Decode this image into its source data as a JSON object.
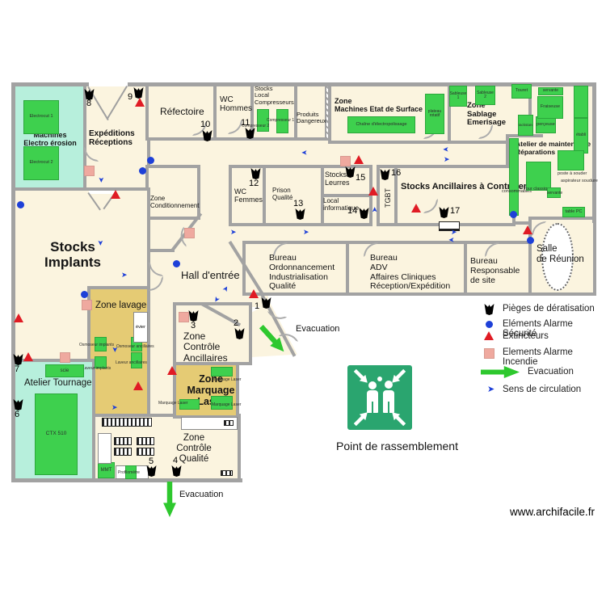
{
  "page": {
    "watermark": "www.archifacile.fr"
  },
  "colors": {
    "wall": "#A2A2A2",
    "floor": "#FBF4DF",
    "cyan_room": "#B7EFDC",
    "tan_room": "#E5CB74",
    "equipment_green": "#3ED04E",
    "alarm_blue": "#1E40D8",
    "extinguisher_red": "#E01B24",
    "fire_alarm_pink": "#EFA99F",
    "evacuation_green": "#2EC82E",
    "assembly_green": "#2AA56F"
  },
  "icons": {
    "circulation_glyph": "➤"
  },
  "rooms": {
    "machines_electro": "Machines\nElectro érosion",
    "expeditions": "Expéditions\nRéceptions",
    "refectoire": "Réfectoire",
    "wc_hommes": "WC\nHommes",
    "stocks_local_compresseurs": "Stocks\nLocal\nCompresseurs",
    "produits_dangereux": "Produits\nDangereux",
    "zone_machines_etat_surface": "Zone\nMachines Etat de Surface",
    "zone_sablage": "Zone\nSablage\nEmerisage",
    "atelier_maintenance": "Atelier de maintenance\nRéparations",
    "zone_conditionnement": "Zone\nConditionnement",
    "wc_femmes": "WC\nFemmes",
    "prison_qualite": "Prison\nQualité",
    "stocks_leurres": "Stocks\nLeurres",
    "local_informatique": "Local\ninformatique",
    "tgbt": "TGBT",
    "stocks_ancillaires": "Stocks Ancillaires à Contrôler",
    "stocks_implants": "Stocks\nImplants",
    "hall_entree": "Hall d'entrée",
    "bureau_ordonnancement": "Bureau\nOrdonnancement\nIndustrialisation\nQualité",
    "bureau_adv": "Bureau\nADV\nAffaires Cliniques\nRéception/Expédition",
    "bureau_responsable": "Bureau\nResponsable\nde site",
    "salle_reunion": "Salle\nde Réunion",
    "zone_lavage": "Zone lavage",
    "zone_controle_ancillaires": "Zone\nContrôle\nAncillaires",
    "zone_marquage_laser": "Zone\nMarquage\nLaser",
    "atelier_tournage": "Atelier Tournage",
    "zone_controle_qualite": "Zone\nContrôle\nQualité"
  },
  "equipment": {
    "electrocut1": "Electrocut 1",
    "electrocut2": "Electrocut 2",
    "compresseur1": "Compresseur 1",
    "compresseur2": "Compresseur 2",
    "chaine_electropolissage": "Chaîne d'électropolissage",
    "plateau_rotatif": "plateau rotatif",
    "sableuse1": "Sableuse 1",
    "sableuse2": "Sableuse 2",
    "touret": "Touret",
    "backstand": "Backstand",
    "perceuse": "perçeuse",
    "fraiseuse": "Fraiseuse",
    "servante_haut": "servante",
    "etabli": "établi",
    "poste_souder": "poste à souder",
    "aspirateur_soudure": "aspirateur soudure",
    "consommables": "consommables",
    "tour_classique": "Tour classique",
    "servante_bas": "servante",
    "table_pc": "table PC",
    "osmoseur_implants": "Osmoseur implants",
    "osmoseur_ancillaires": "Osmoseur ancillaires",
    "laveur_implants": "Laveur implants",
    "laveur_ancillaires": "Laveur ancillaires",
    "evier": "évier",
    "scie": "scie",
    "ctx510": "CTX 510",
    "marquage_laser": "Marquage Laser",
    "mmt": "MMT",
    "profilometre": "Profilomètre"
  },
  "markers": {
    "numbers": [
      "1",
      "2",
      "3",
      "4",
      "5",
      "6",
      "7",
      "8",
      "9",
      "10",
      "11",
      "12",
      "13",
      "14",
      "15",
      "16",
      "17"
    ]
  },
  "legend": {
    "items": [
      {
        "icon": "rat-trap",
        "label": "Pièges de dératisation"
      },
      {
        "icon": "security-alarm",
        "label": "Eléments Alarme Sécurité"
      },
      {
        "icon": "extinguisher",
        "label": "Extincteurs"
      },
      {
        "icon": "fire-alarm",
        "label": "Elements Alarme Incendie"
      },
      {
        "icon": "evacuation-arrow",
        "label": "Evacuation"
      },
      {
        "icon": "circulation-arrow",
        "label": "Sens de circulation"
      }
    ]
  },
  "evacuation": {
    "hall_label": "Evacuation",
    "bottom_label": "Evacuation"
  },
  "assembly": {
    "label": "Point de rassemblement"
  }
}
